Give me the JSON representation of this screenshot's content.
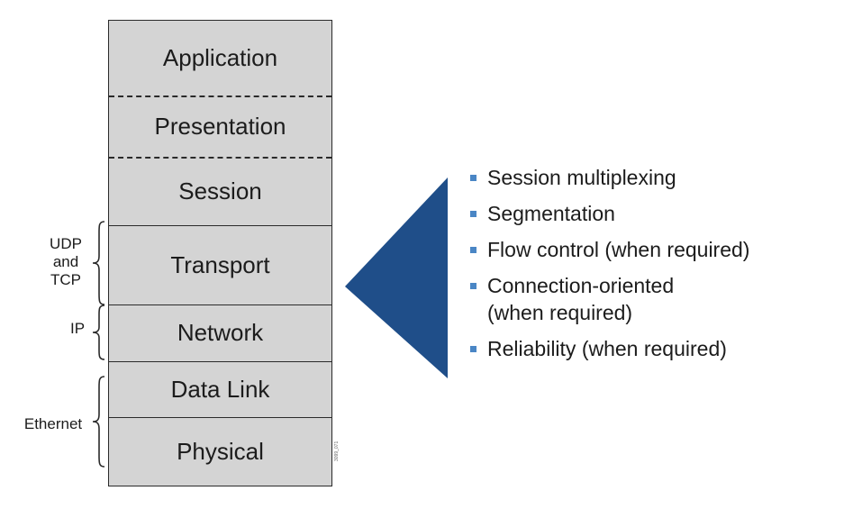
{
  "layers": [
    "Application",
    "Presentation",
    "Session",
    "Transport",
    "Network",
    "Data Link",
    "Physical"
  ],
  "protocols": {
    "udp_tcp": [
      "UDP",
      "and",
      "TCP"
    ],
    "ip": "IP",
    "ethernet": "Ethernet"
  },
  "functions": [
    "Session multiplexing",
    "Segmentation",
    "Flow control (when required)",
    "Connection-oriented",
    "(when required)",
    "Reliability (when required)"
  ],
  "stamp": "3099_071",
  "colors": {
    "layer_fill": "#d4d4d4",
    "triangle": "#1f4e89",
    "bullet": "#4a86c5"
  }
}
